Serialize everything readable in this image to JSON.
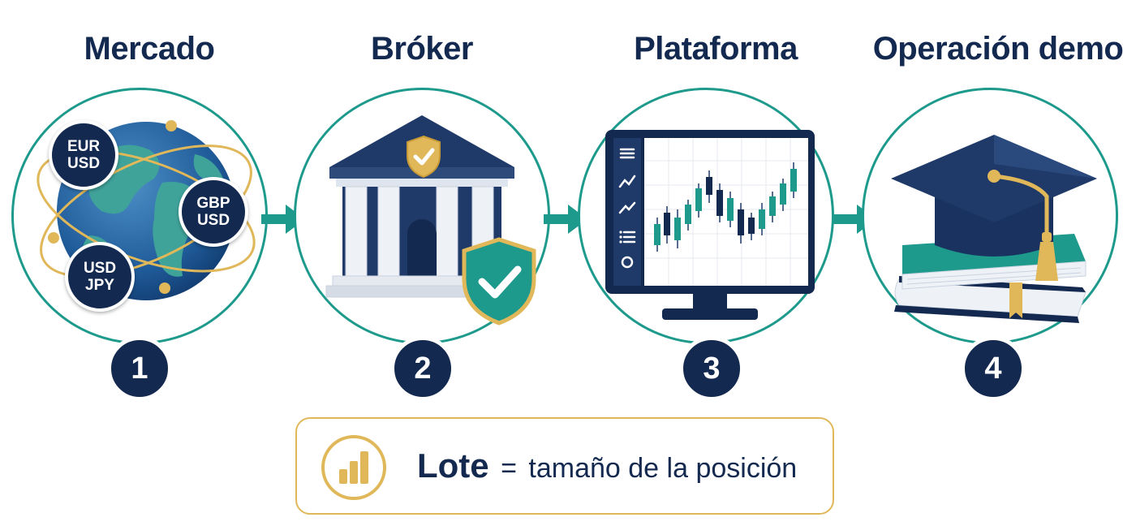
{
  "steps": [
    {
      "number": "1",
      "title": "Mercado"
    },
    {
      "number": "2",
      "title": "Bróker"
    },
    {
      "number": "3",
      "title": "Plataforma"
    },
    {
      "number": "4",
      "title": "Operación demo"
    }
  ],
  "currency_pairs": [
    {
      "base": "EUR",
      "quote": "USD"
    },
    {
      "base": "GBP",
      "quote": "USD"
    },
    {
      "base": "USD",
      "quote": "JPY"
    }
  ],
  "legend": {
    "term": "Lote",
    "equals": "=",
    "definition": "tamaño de la posición",
    "icon": "bar-chart-icon"
  },
  "icons": [
    "globe-icon",
    "bank-icon",
    "shield-check-icon",
    "monitor-icon",
    "candlestick-chart-icon",
    "graduation-cap-icon",
    "books-icon",
    "arrow-right-icon"
  ],
  "colors": {
    "navy": "#14294f",
    "teal": "#1d9a8c",
    "gold": "#e0b85a"
  }
}
